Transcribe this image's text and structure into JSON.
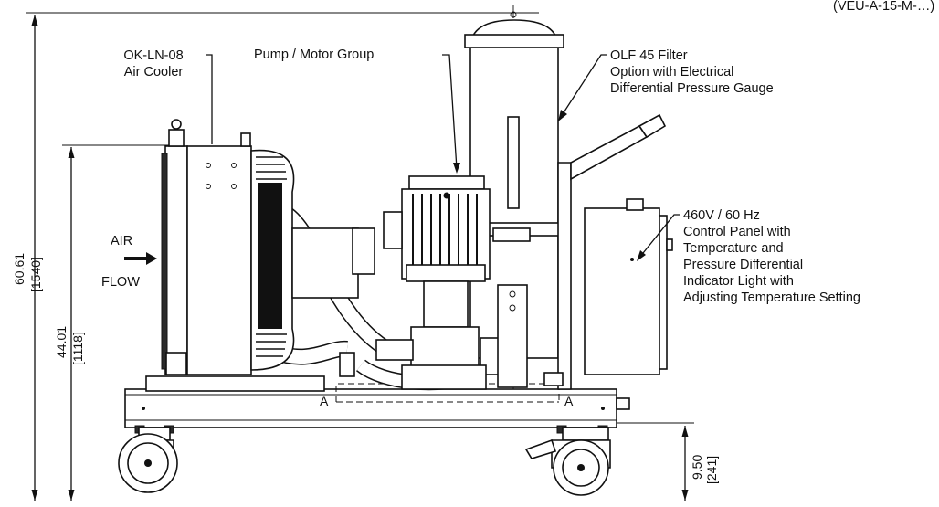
{
  "labels": {
    "top_right_partial": "(VEU-A-15-M-…)",
    "cooler_line1": "OK-LN-08",
    "cooler_line2": "Air Cooler",
    "pump_motor": "Pump / Motor Group",
    "filter_line1": "OLF 45 Filter",
    "filter_line2": "Option with Electrical",
    "filter_line3": "Differential Pressure Gauge",
    "panel_line1": "460V / 60 Hz",
    "panel_line2": "Control Panel with",
    "panel_line3": "Temperature and",
    "panel_line4": "Pressure Differential",
    "panel_line5": "Indicator Light with",
    "panel_line6": "Adjusting Temperature Setting",
    "air": "AIR",
    "flow": "FLOW",
    "section_left": "A",
    "section_right": "A"
  },
  "dimensions": {
    "overall_height_in": "60.61",
    "overall_height_mm": "[1540]",
    "cooler_height_in": "44.01",
    "cooler_height_mm": "[1118]",
    "base_height_in": "9.50",
    "base_height_mm": "[241]"
  }
}
